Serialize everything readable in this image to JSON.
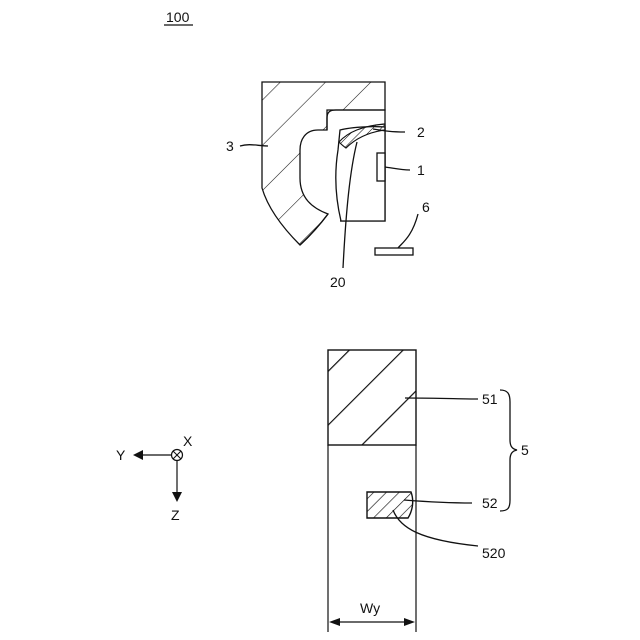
{
  "figure": {
    "number": "100",
    "labels": {
      "l1": "1",
      "l2": "2",
      "l3": "3",
      "l6": "6",
      "l20": "20",
      "l51": "51",
      "l5": "5",
      "l52": "52",
      "l520": "520",
      "wy": "Wy"
    },
    "axes": {
      "y": "Y",
      "x": "X",
      "z": "Z"
    },
    "colors": {
      "ink": "#111111",
      "background": "#ffffff"
    }
  }
}
